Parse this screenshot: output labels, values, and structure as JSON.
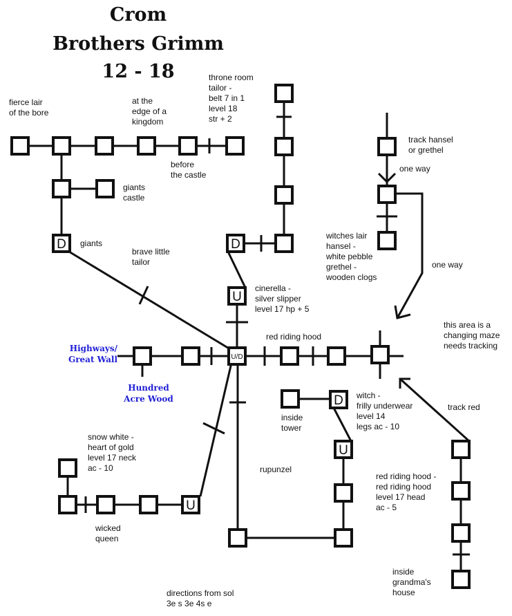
{
  "title": {
    "line1": "Crom",
    "line2": "Brothers Grimm",
    "line3": "12 - 18"
  },
  "colors": {
    "ink": "#111111",
    "exit_label": "#1f1fd6",
    "background": "#ffffff"
  },
  "labels": {
    "fierce_lair": "fierce lair\nof the bore",
    "edge_kingdom": "at the\nedge of a\nkingdom",
    "throne_room": "throne room\ntailor -\nbelt 7 in 1\nlevel 18\nstr + 2",
    "before_castle": "before\nthe castle",
    "giants_castle": "giants\ncastle",
    "giants": "giants",
    "brave_tailor": "brave little\ntailor",
    "track_hansel": "track hansel\nor grethel",
    "one_way_1": "one way",
    "witches_lair": "witches lair\nhansel -\nwhite pebble\ngrethel -\nwooden clogs",
    "one_way_2": "one way",
    "cinderella": "cinerella -\nsilver slipper\nlevel 17 hp + 5",
    "maze_note": "this area is a\nchanging maze\nneeds tracking",
    "red_riding_hood": "red riding hood",
    "witch": "witch -\nfrilly underwear\nlevel 14\nlegs ac - 10",
    "inside_tower": "inside\ntower",
    "track_red": "track red",
    "snow_white": "snow white -\nheart of gold\nlevel 17 neck\nac - 10",
    "rupunzel": "rupunzel",
    "red_hood_boss": "red riding hood -\nred riding hood\nlevel 17 head\nac - 5",
    "wicked_queen": "wicked\nqueen",
    "grandmas_house": "inside\ngrandma's\nhouse",
    "directions": "directions from sol\n3e s 3e 4s e"
  },
  "exits": {
    "highways": "Highways/\nGreat Wall",
    "hundred_acre": "Hundred\nAcre Wood"
  },
  "rooms": [
    {
      "id": "r1",
      "mark": ""
    },
    {
      "id": "r2",
      "mark": ""
    },
    {
      "id": "r3",
      "mark": ""
    },
    {
      "id": "r4",
      "mark": ""
    },
    {
      "id": "r5",
      "mark": ""
    },
    {
      "id": "r6",
      "mark": ""
    },
    {
      "id": "r7",
      "mark": ""
    },
    {
      "id": "r8",
      "mark": ""
    },
    {
      "id": "r9",
      "mark": "D"
    },
    {
      "id": "t1",
      "mark": ""
    },
    {
      "id": "t2",
      "mark": ""
    },
    {
      "id": "t3",
      "mark": ""
    },
    {
      "id": "t4",
      "mark": ""
    },
    {
      "id": "cD",
      "mark": "D"
    },
    {
      "id": "cU",
      "mark": "U"
    },
    {
      "id": "hub",
      "mark": "U/D"
    },
    {
      "id": "h1",
      "mark": ""
    },
    {
      "id": "h2",
      "mark": ""
    },
    {
      "id": "h3",
      "mark": ""
    },
    {
      "id": "w1",
      "mark": ""
    },
    {
      "id": "w2",
      "mark": ""
    },
    {
      "id": "rr1",
      "mark": ""
    },
    {
      "id": "rr2",
      "mark": ""
    },
    {
      "id": "maze",
      "mark": ""
    },
    {
      "id": "tower",
      "mark": ""
    },
    {
      "id": "wD",
      "mark": "D"
    },
    {
      "id": "wU",
      "mark": "U"
    },
    {
      "id": "wb1",
      "mark": ""
    },
    {
      "id": "wb2",
      "mark": ""
    },
    {
      "id": "rb1",
      "mark": ""
    },
    {
      "id": "g1",
      "mark": ""
    },
    {
      "id": "g2",
      "mark": ""
    },
    {
      "id": "g3",
      "mark": ""
    },
    {
      "id": "g4",
      "mark": ""
    },
    {
      "id": "sw1",
      "mark": ""
    },
    {
      "id": "sw2",
      "mark": ""
    },
    {
      "id": "sw3",
      "mark": ""
    },
    {
      "id": "sw4",
      "mark": ""
    },
    {
      "id": "swU",
      "mark": "U"
    }
  ]
}
